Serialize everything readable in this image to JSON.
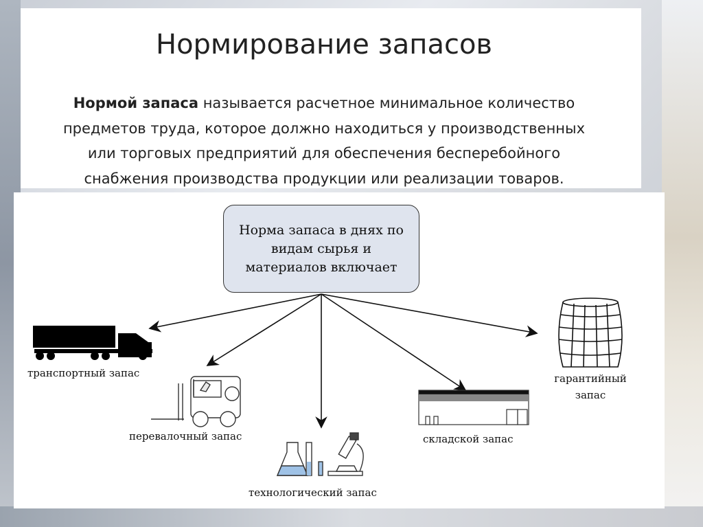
{
  "slide": {
    "title": "Нормирование запасов",
    "definition": {
      "bold_term": "Нормой запаса",
      "line1_rest": " называется расчетное минимальное количество",
      "line2": "предметов труда, которое должно находиться у производственных",
      "line3": "или торговых предприятий для обеспечения бесперебойного",
      "line4": "снабжения производства продукции или реализации товаров."
    }
  },
  "diagram": {
    "center": "Норма запаса в днях по видам сырья и материалов включает",
    "nodes": [
      {
        "label": "транспортный запас",
        "icon": "truck-icon"
      },
      {
        "label": "перевалочный запас",
        "icon": "forklift-icon"
      },
      {
        "label": "технологический запас",
        "icon": "lab-flask-microscope-icon"
      },
      {
        "label": "складской запас",
        "icon": "warehouse-icon"
      },
      {
        "label_line1": "гарантийный",
        "label_line2": "запас",
        "icon": "barrel-icon"
      }
    ]
  }
}
